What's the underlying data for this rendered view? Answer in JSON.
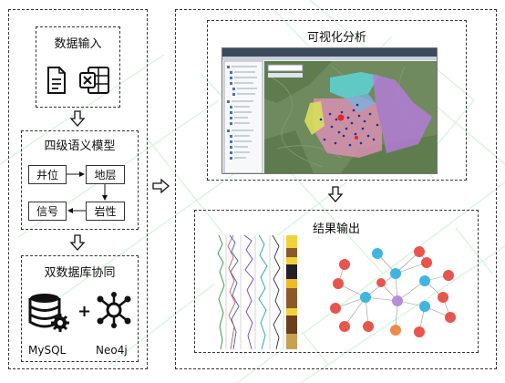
{
  "left": {
    "data_input": {
      "title": "数据输入",
      "icons": [
        "document-icon",
        "excel-icon"
      ]
    },
    "semantic_model": {
      "title": "四级语义模型",
      "nodes": [
        "井位",
        "地层",
        "岩性",
        "信号"
      ]
    },
    "dual_db": {
      "title": "双数据库协同",
      "mysql_label": "MySQL",
      "neo4j_label": "Neo4j",
      "plus": "+"
    }
  },
  "right": {
    "visual_analysis": {
      "title": "可视化分析"
    },
    "result_output": {
      "title": "结果输出"
    }
  },
  "colors": {
    "map_region_cyan": "#5fd3d6",
    "map_region_purple": "#b47bd6",
    "map_region_pink": "#d98fb2",
    "map_region_yellow": "#d8df5c",
    "graph_node_red": "#e8554e",
    "graph_node_blue": "#3fb6e0",
    "graph_node_orange": "#f08a4b",
    "graph_node_purple": "#b98bd8",
    "watermark": "#7fe08f"
  }
}
